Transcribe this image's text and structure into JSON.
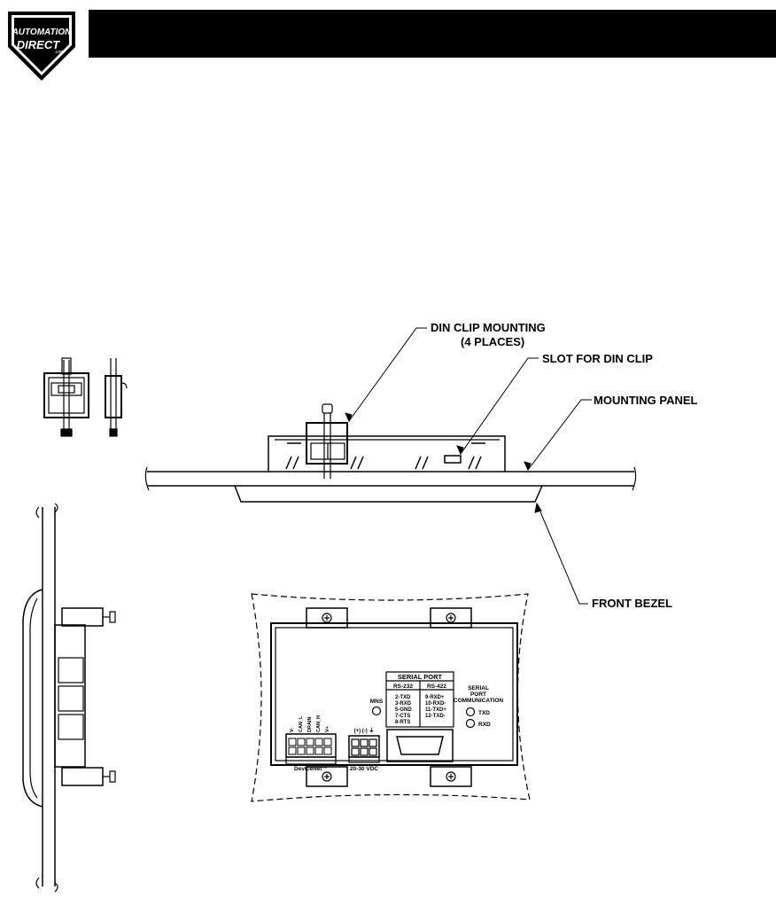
{
  "logo": {
    "line1": "AUTOMATION",
    "line2": "DIRECT",
    "suffix": ".com"
  },
  "callouts": {
    "din_clip_line1": "DIN CLIP MOUNTING",
    "din_clip_line2": "(4 PLACES)",
    "slot": "SLOT FOR DIN CLIP",
    "mounting_panel": "MOUNTING PANEL",
    "front_bezel": "FRONT BEZEL"
  },
  "rear_panel": {
    "serial_port_title": "SERIAL PORT",
    "rs232_title": "RS-232",
    "rs422_title": "RS-422",
    "rs232_pins": [
      "2-TXD",
      "3-RXD",
      "5-GND",
      "7-CTS",
      "8-RTS"
    ],
    "rs422_pins": [
      "9-RXD+",
      "10-RXD-",
      "11-TXD+",
      "12-TXD-"
    ],
    "comm_title": [
      "SERIAL",
      "PORT",
      "COMMUNICATION"
    ],
    "txd": "TXD",
    "rxd": "RXD",
    "mns": "MNS",
    "devicenet_pins": [
      "V-",
      "CAN_L",
      "DRAIN",
      "CAN_H",
      "V+"
    ],
    "devicenet_label": "DeviceNet™",
    "power_pins": "(+) (-) ⏚",
    "power_label": "20-30 VDC"
  },
  "colors": {
    "ink": "#000000",
    "background": "#ffffff"
  }
}
